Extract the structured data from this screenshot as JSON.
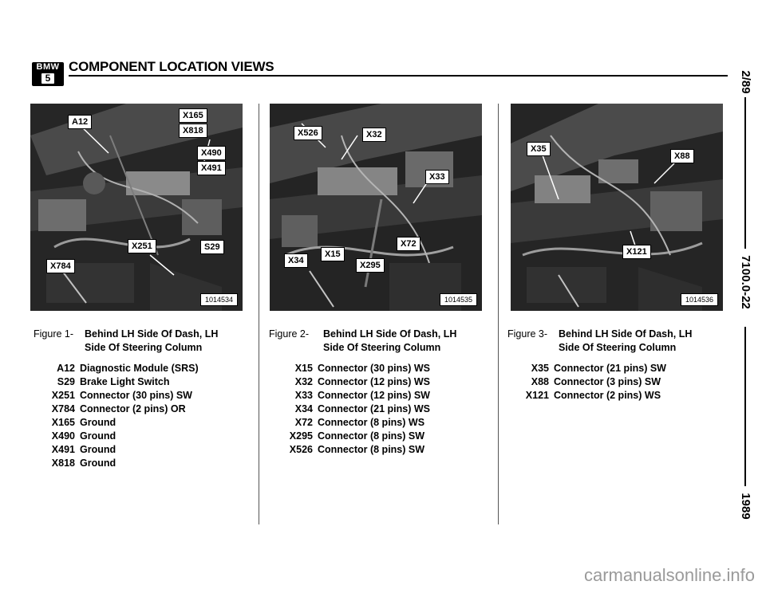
{
  "header": {
    "logo_brand": "BMW",
    "logo_series": "5",
    "title": "COMPONENT LOCATION VIEWS"
  },
  "side": {
    "date": "2/89",
    "section": "7100.0-22",
    "year": "1989"
  },
  "figures": [
    {
      "photo_id": "1014534",
      "callouts": [
        "A12",
        "X165",
        "X818",
        "X490",
        "X491",
        "X251",
        "S29",
        "X784"
      ],
      "caption_label": "Figure 1-",
      "caption_line1": "Behind LH Side Of Dash, LH",
      "caption_line2": "Side Of Steering Column",
      "legend": [
        {
          "code": "A12",
          "desc": "Diagnostic Module (SRS)"
        },
        {
          "code": "S29",
          "desc": "Brake Light Switch"
        },
        {
          "code": "X251",
          "desc": "Connector (30 pins) SW"
        },
        {
          "code": "X784",
          "desc": "Connector (2 pins) OR"
        },
        {
          "code": "X165",
          "desc": "Ground"
        },
        {
          "code": "X490",
          "desc": "Ground"
        },
        {
          "code": "X491",
          "desc": "Ground"
        },
        {
          "code": "X818",
          "desc": "Ground"
        }
      ]
    },
    {
      "photo_id": "1014535",
      "callouts": [
        "X526",
        "X32",
        "X33",
        "X72",
        "X15",
        "X34",
        "X295"
      ],
      "caption_label": "Figure 2-",
      "caption_line1": "Behind LH Side Of Dash, LH",
      "caption_line2": "Side Of Steering Column",
      "legend": [
        {
          "code": "X15",
          "desc": "Connector (30 pins) WS"
        },
        {
          "code": "X32",
          "desc": "Connector (12 pins) WS"
        },
        {
          "code": "X33",
          "desc": "Connector (12 pins) SW"
        },
        {
          "code": "X34",
          "desc": "Connector (21 pins) WS"
        },
        {
          "code": "X72",
          "desc": "Connector (8 pins) WS"
        },
        {
          "code": "X295",
          "desc": "Connector (8 pins) SW"
        },
        {
          "code": "X526",
          "desc": "Connector (8 pins) SW"
        }
      ]
    },
    {
      "photo_id": "1014536",
      "callouts": [
        "X35",
        "X88",
        "X121"
      ],
      "caption_label": "Figure 3-",
      "caption_line1": "Behind LH Side Of Dash, LH",
      "caption_line2": "Side Of Steering Column",
      "legend": [
        {
          "code": "X35",
          "desc": "Connector (21 pins) SW"
        },
        {
          "code": "X88",
          "desc": "Connector (3 pins) SW"
        },
        {
          "code": "X121",
          "desc": "Connector (2 pins) WS"
        }
      ]
    }
  ],
  "watermark": "carmanualsonline.info"
}
